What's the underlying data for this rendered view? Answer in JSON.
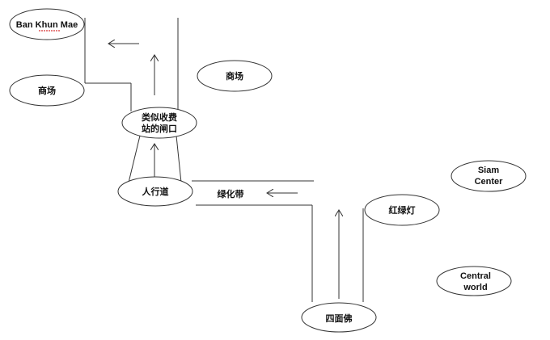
{
  "colors": {
    "stroke": "#333333",
    "text": "#111111",
    "background": "#ffffff"
  },
  "nodes": {
    "ban_khun_mae": {
      "lines": [
        "Ban Khun Mae"
      ]
    },
    "mall_left": {
      "lines": [
        "商场"
      ]
    },
    "mall_middle": {
      "lines": [
        "商场"
      ]
    },
    "toll_gate": {
      "lines": [
        "类似收费",
        "站的闸口"
      ]
    },
    "sidewalk": {
      "lines": [
        "人行道"
      ]
    },
    "green_belt": {
      "lines": [
        "绿化带"
      ]
    },
    "traffic_light": {
      "lines": [
        "红绿灯"
      ]
    },
    "siam_center": {
      "lines": [
        "Siam",
        "Center"
      ]
    },
    "central_world": {
      "lines": [
        "Central",
        "world"
      ]
    },
    "erawan_shrine": {
      "lines": [
        "四面佛"
      ]
    }
  }
}
